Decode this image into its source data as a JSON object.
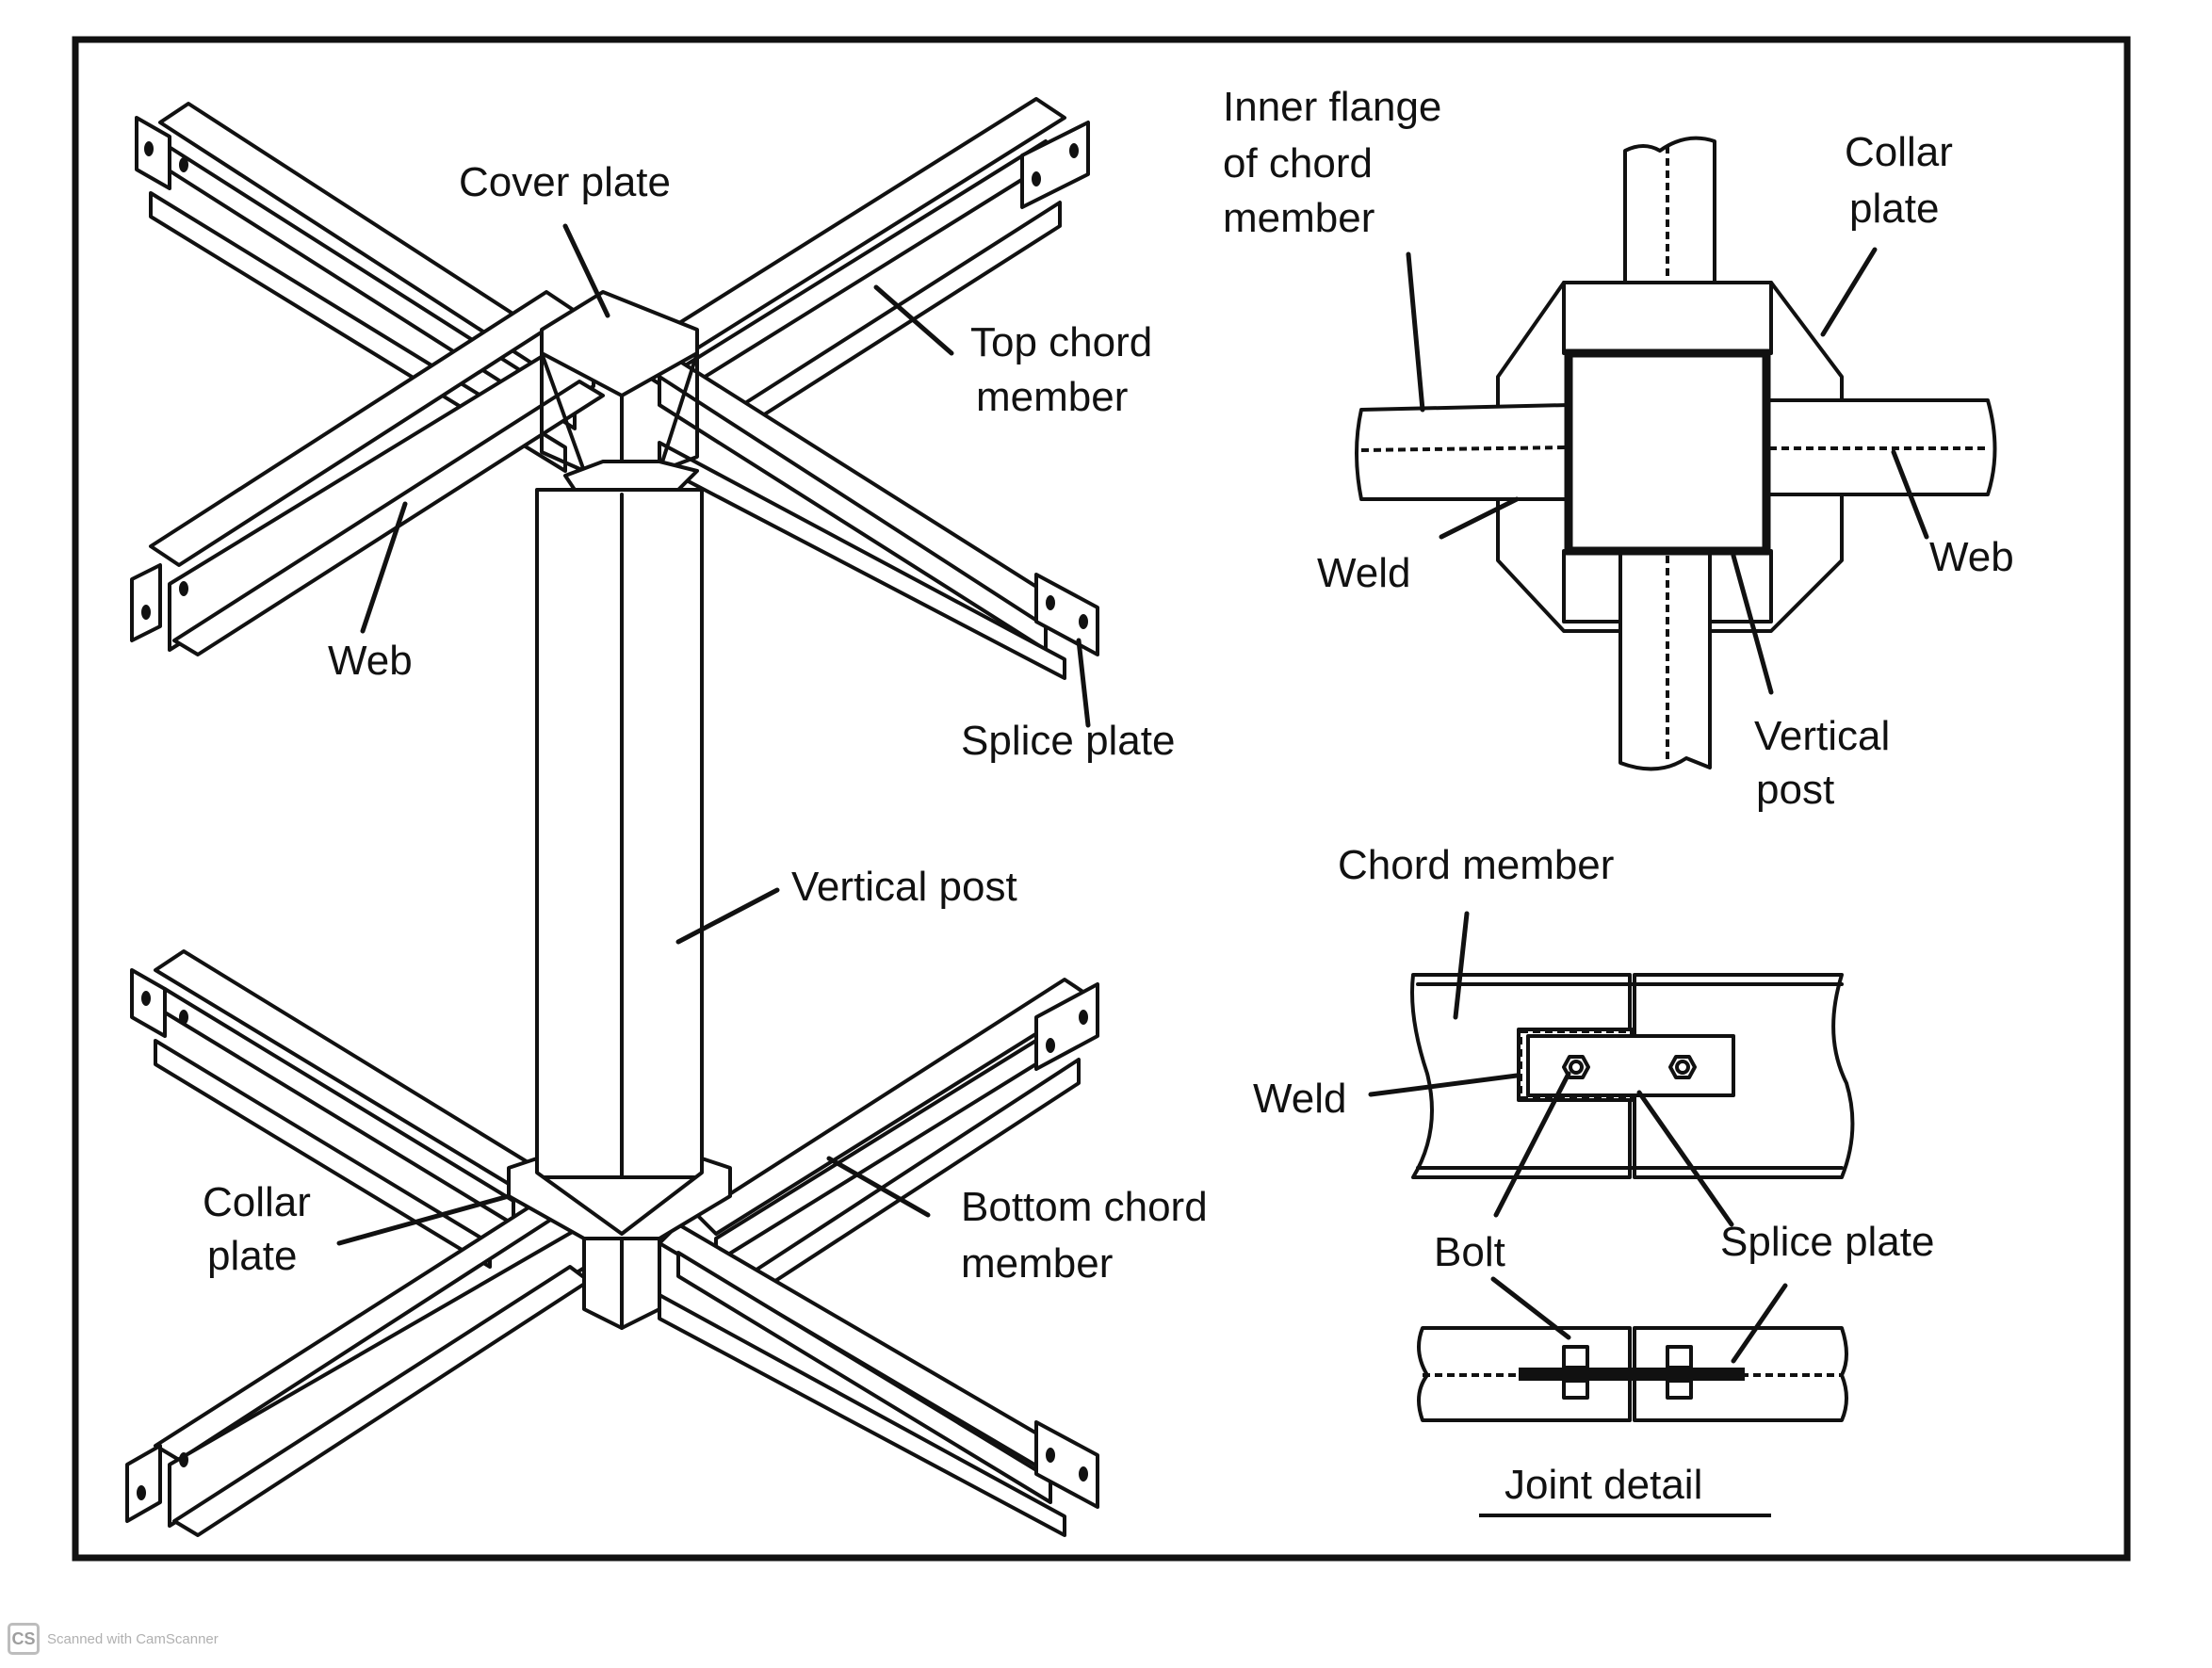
{
  "figure": {
    "panels": {
      "isometric_view": {
        "labels": {
          "cover_plate": "Cover plate",
          "top_chord_line1": "Top chord",
          "top_chord_line2": "member",
          "web": "Web",
          "splice_plate": "Splice plate",
          "vertical_post": "Vertical post",
          "collar_plate_line1": "Collar",
          "collar_plate_line2": "plate",
          "bottom_chord_line1": "Bottom chord",
          "bottom_chord_line2": "member"
        }
      },
      "plan_detail": {
        "labels": {
          "inner_flange_line1": "Inner flange",
          "inner_flange_line2": "of chord",
          "inner_flange_line3": "member",
          "collar_plate_line1": "Collar",
          "collar_plate_line2": "plate",
          "weld": "Weld",
          "web": "Web",
          "vertical_post_line1": "Vertical",
          "vertical_post_line2": "post"
        }
      },
      "joint_detail": {
        "title": "Joint detail",
        "labels": {
          "chord_member": "Chord member",
          "weld": "Weld",
          "bolt": "Bolt",
          "splice_plate": "Splice plate"
        }
      }
    }
  },
  "watermark": {
    "logo": "CS",
    "text": "Scanned with CamScanner"
  }
}
